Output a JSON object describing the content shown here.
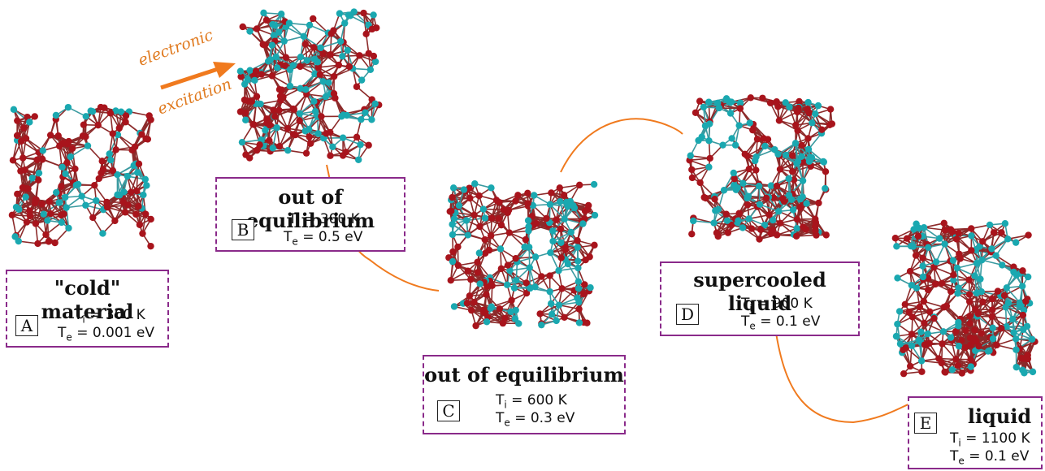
{
  "colors": {
    "atom_red": "#a8141c",
    "atom_cyan": "#1aa8b0",
    "bond": "#8c2a2a",
    "path": "#f07a1e",
    "box_border": "#8a2a8a"
  },
  "excitation": {
    "line1": "electronic",
    "line2": "excitation"
  },
  "states": [
    {
      "id": "A",
      "title": "\"cold\" material",
      "ti": "T",
      "ti_sub": "i",
      "ti_val": "= 300 K",
      "te": "T",
      "te_sub": "e",
      "te_val": "= 0.001 eV"
    },
    {
      "id": "B",
      "title": "out of equilibrium",
      "ti": "T",
      "ti_sub": "i",
      "ti_val": "= 300 K",
      "te": "T",
      "te_sub": "e",
      "te_val": "= 0.5 eV"
    },
    {
      "id": "C",
      "title": "out of equilibrium",
      "ti": "T",
      "ti_sub": "i",
      "ti_val": "= 600 K",
      "te": "T",
      "te_sub": "e",
      "te_val": "= 0.3 eV"
    },
    {
      "id": "D",
      "title": "supercooled liquid",
      "ti": "T",
      "ti_sub": "i",
      "ti_val": "= 900 K",
      "te": "T",
      "te_sub": "e",
      "te_val": "= 0.1 eV"
    },
    {
      "id": "E",
      "title": "liquid",
      "ti": "T",
      "ti_sub": "i",
      "ti_val": "= 1100 K",
      "te": "T",
      "te_sub": "e",
      "te_val": "= 0.1 eV"
    }
  ]
}
